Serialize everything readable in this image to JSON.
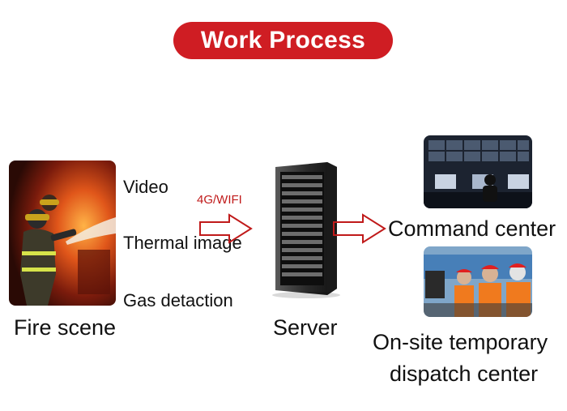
{
  "title": "Work Process",
  "fire_scene": {
    "label": "Fire scene"
  },
  "data_types": [
    "Video",
    "Thermal image",
    "Gas detaction"
  ],
  "connection": "4G/WIFI",
  "server": {
    "label": "Server"
  },
  "command_center": {
    "label": "Command center"
  },
  "dispatch_center": {
    "label_line1": "On-site temporary",
    "label_line2": "dispatch center"
  },
  "colors": {
    "accent": "#cf1d23",
    "arrow": "#c01a1a"
  }
}
